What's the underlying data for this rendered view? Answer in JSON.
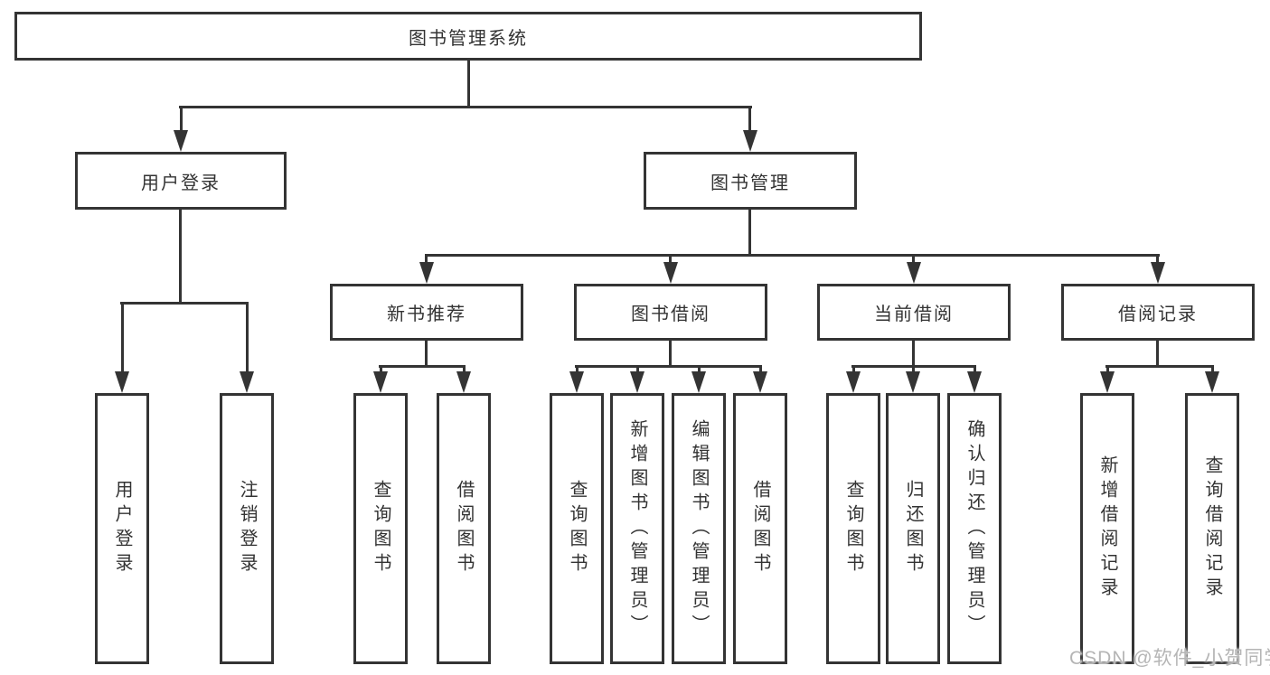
{
  "diagram": {
    "root_label": "图书管理系统",
    "user_login": {
      "label": "用户登录",
      "children": [
        "用户登录",
        "注销登录"
      ]
    },
    "book_management": {
      "label": "图书管理",
      "groups": [
        {
          "label": "新书推荐",
          "children": [
            "查询图书",
            "借阅图书"
          ]
        },
        {
          "label": "图书借阅",
          "children": [
            "查询图书",
            "新增图书（管理员）",
            "编辑图书（管理员）",
            "借阅图书"
          ]
        },
        {
          "label": "当前借阅",
          "children": [
            "查询图书",
            "归还图书",
            "确认归还（管理员）"
          ]
        },
        {
          "label": "借阅记录",
          "children": [
            "新增借阅记录",
            "查询借阅记录"
          ]
        }
      ]
    }
  },
  "watermark": {
    "text": "CSDN @软件_小贺同学"
  },
  "colors": {
    "line": "#343434",
    "text": "#333333",
    "watermark": "#b5b5b5",
    "background": "#ffffff"
  }
}
